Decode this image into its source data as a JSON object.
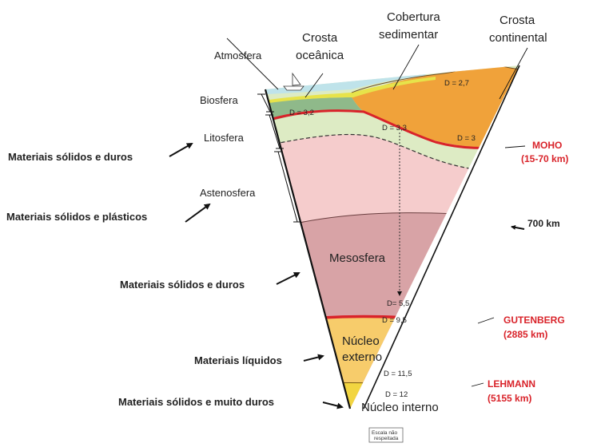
{
  "labels": {
    "atmosfera": "Atmosfera",
    "crosta_oceanica_1": "Crosta",
    "crosta_oceanica_2": "oceânica",
    "cobertura_1": "Cobertura",
    "cobertura_2": "sedimentar",
    "crosta_cont_1": "Crosta",
    "crosta_cont_2": "continental",
    "biosfera": "Biosfera",
    "litosfera": "Litosfera",
    "astenosfera": "Astenosfera",
    "mesosfera": "Mesosfera",
    "nucleo_ext_1": "Núcleo",
    "nucleo_ext_2": "externo",
    "nucleo_int": "Núcleo interno"
  },
  "materials": {
    "m1": "Materiais sólidos e duros",
    "m2": "Materiais sólidos e plásticos",
    "m3": "Materiais sólidos e duros",
    "m4": "Materiais líquidos",
    "m5": "Materiais sólidos e muito duros"
  },
  "densities": {
    "d1": "D = 3,2",
    "d2": "D = 2,7",
    "d3": "D = 3,3",
    "d4": "D = 3",
    "d5": "D= 5,5",
    "d6": "D = 9,5",
    "d7": "D = 11,5",
    "d8": "D = 12"
  },
  "boundaries": {
    "moho_name": "MOHO",
    "moho_depth": "(15-70 km)",
    "km700": "700 km",
    "gutenberg_name": "GUTENBERG",
    "gutenberg_depth": "(2885 km)",
    "lehmann_name": "LEHMANN",
    "lehmann_depth": "(5155 km)"
  },
  "scale_note": {
    "line1": "Escala não",
    "line2": "respeitada"
  },
  "colors": {
    "ocean": "#bfe3ea",
    "oceanic_crust": "#8fb98a",
    "sediment": "#e7e34a",
    "continental_crust": "#f0a23a",
    "lithosphere_mantle": "#ddebc4",
    "asthenosphere": "#f5cccc",
    "mesosphere": "#d8a3a6",
    "outer_core": "#f7cc6b",
    "inner_core": "#f2d541",
    "boundary_red": "#d9232a"
  }
}
